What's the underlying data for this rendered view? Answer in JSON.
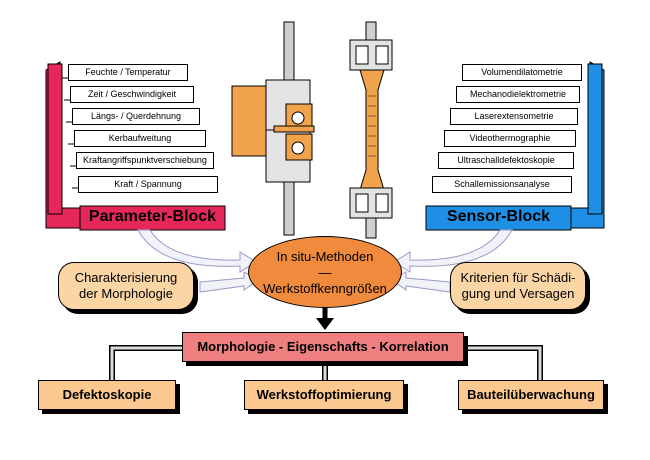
{
  "parameter_block": {
    "title": "Parameter-Block",
    "items": [
      "Feuchte / Temperatur",
      "Zeit / Geschwindigkeit",
      "Längs- / Querdehnung",
      "Kerbaufweitung",
      "Kraftangriffspunktverschiebung",
      "Kraft / Spannung"
    ],
    "color": "#e6275a"
  },
  "sensor_block": {
    "title": "Sensor-Block",
    "items": [
      "Volumendilatometrie",
      "Mechanodielektrometrie",
      "Laserextensometrie",
      "Videothermographie",
      "Ultraschalldefektoskopie",
      "Schallemissionsanalyse"
    ],
    "color": "#1f8fe6"
  },
  "center": {
    "line1": "In situ-Methoden",
    "line2": "—",
    "line3": "Werkstoffkenngrößen",
    "color": "#f08a3c"
  },
  "left_note": {
    "line1": "Charakterisierung",
    "line2": "der Morphologie"
  },
  "right_note": {
    "line1": "Kriterien für Schädi-",
    "line2": "gung und Versagen"
  },
  "correlation": {
    "label": "Morphologie - Eigenschafts - Korrelation",
    "color": "#f08080"
  },
  "outputs": [
    "Defektoskopie",
    "Werkstoffoptimierung",
    "Bauteilüberwachung"
  ]
}
